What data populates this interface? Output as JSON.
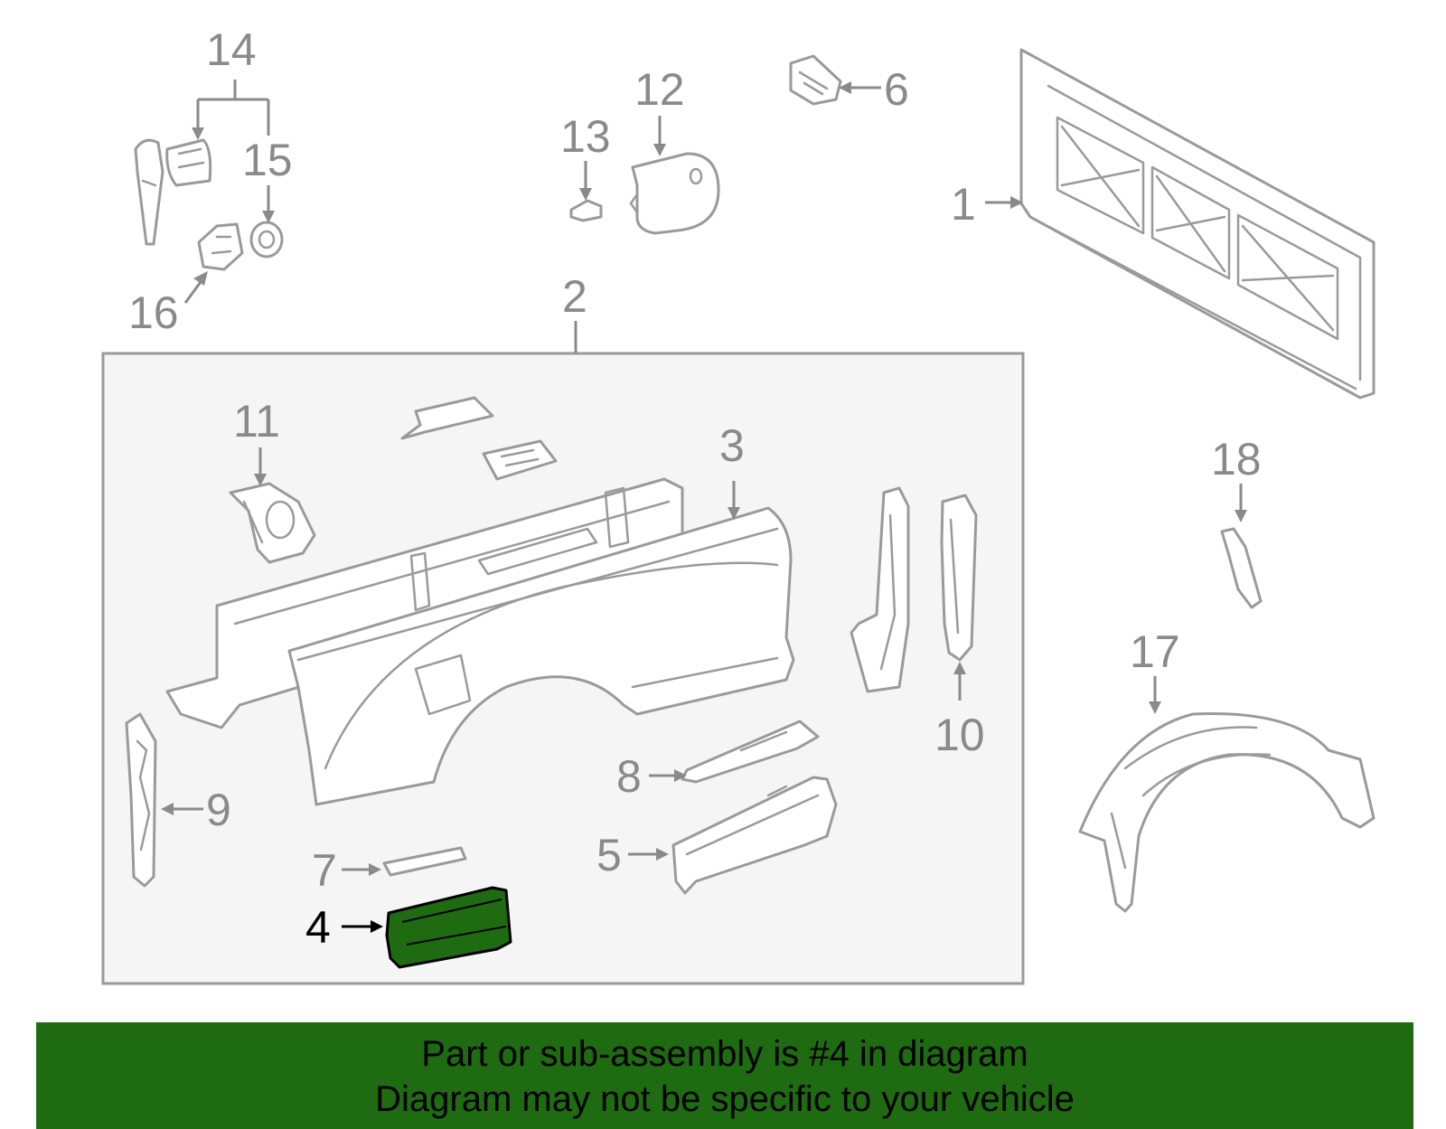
{
  "diagram": {
    "callouts": {
      "c1": "1",
      "c2": "2",
      "c3": "3",
      "c4": "4",
      "c5": "5",
      "c6": "6",
      "c7": "7",
      "c8": "8",
      "c9": "9",
      "c10": "10",
      "c11": "11",
      "c12": "12",
      "c13": "13",
      "c14": "14",
      "c15": "15",
      "c16": "16",
      "c17": "17",
      "c18": "18"
    },
    "highlighted_part": "4",
    "colors": {
      "highlight_fill": "#1f6b12",
      "line_gray": "#9a9a9a",
      "group_box_fill": "#f5f5f5"
    }
  },
  "banner": {
    "line1": "Part or sub-assembly is #4 in diagram",
    "line2": "Diagram may not be specific to your vehicle"
  }
}
